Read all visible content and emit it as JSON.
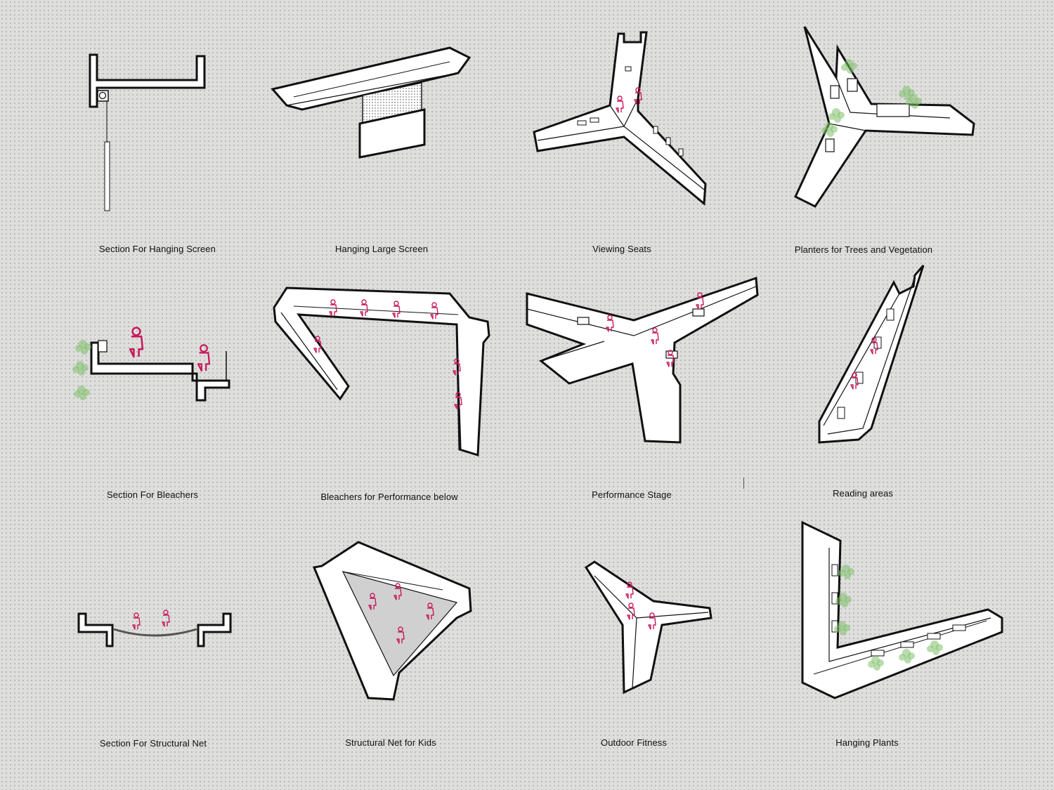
{
  "colors": {
    "background": "#dededd",
    "outline": "#111111",
    "surface": "#ffffff",
    "figure": "#c8195a",
    "vegetation": "#7fc06a",
    "net": "#c4c4c4"
  },
  "panels": [
    {
      "caption": "Section For Hanging Screen"
    },
    {
      "caption": "Hanging Large Screen"
    },
    {
      "caption": "Viewing Seats"
    },
    {
      "caption": "Planters for Trees and Vegetation"
    },
    {
      "caption": "Section For Bleachers"
    },
    {
      "caption": "Bleachers for Performance below"
    },
    {
      "caption": "Performance Stage"
    },
    {
      "caption": "Reading areas"
    },
    {
      "caption": "Section For Structural Net"
    },
    {
      "caption": "Structural Net for Kids"
    },
    {
      "caption": "Outdoor Fitness"
    },
    {
      "caption": "Hanging Plants"
    }
  ]
}
